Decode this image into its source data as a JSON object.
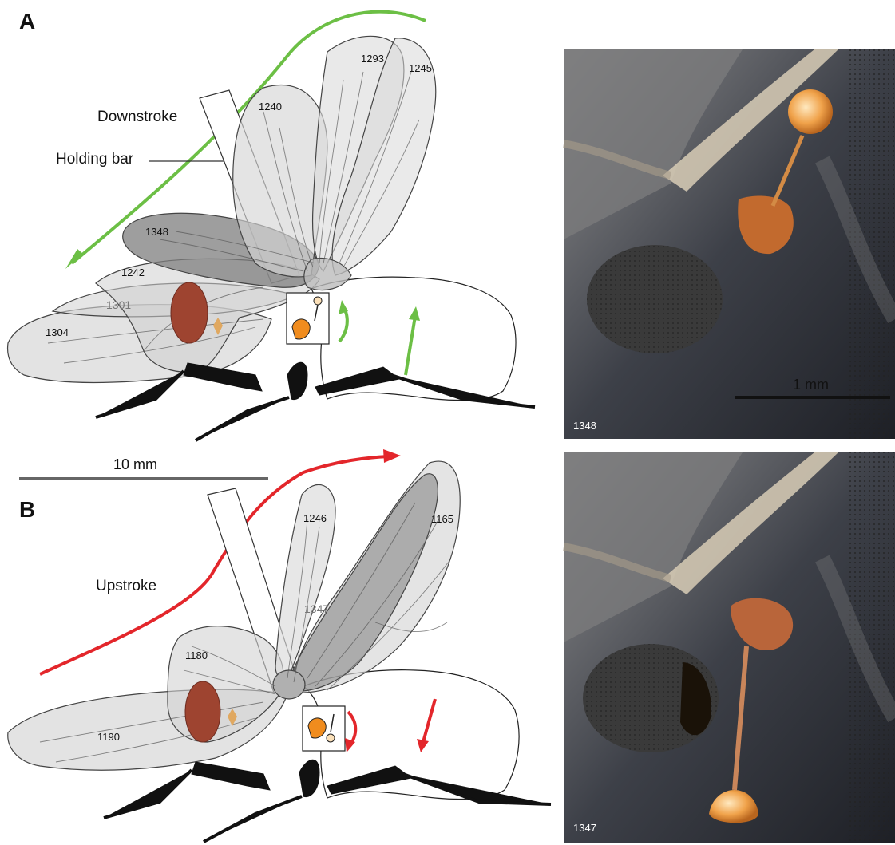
{
  "panels": {
    "a": {
      "letter": "A",
      "stroke_label": "Downstroke",
      "holding_bar_label": "Holding bar",
      "frames": [
        "1293",
        "1245",
        "1240",
        "1348",
        "1242",
        "1301",
        "1304"
      ],
      "photo_frame": "1348",
      "photo_scale": "1 mm",
      "arrow_color": "#6cbf45"
    },
    "b": {
      "letter": "B",
      "stroke_label": "Upstroke",
      "frames": [
        "1246",
        "1165",
        "1347",
        "1180",
        "1190"
      ],
      "photo_frame": "1347",
      "arrow_color": "#e3262b"
    }
  },
  "scale_bar": "10 mm",
  "colors": {
    "wing_fill": "#cfcfcf",
    "wing_dark": "#6f6f6f",
    "eye": "#9e4430",
    "eye_spot": "#e0a860",
    "haltere_orange": "#f08c1e",
    "leg": "#111111"
  }
}
